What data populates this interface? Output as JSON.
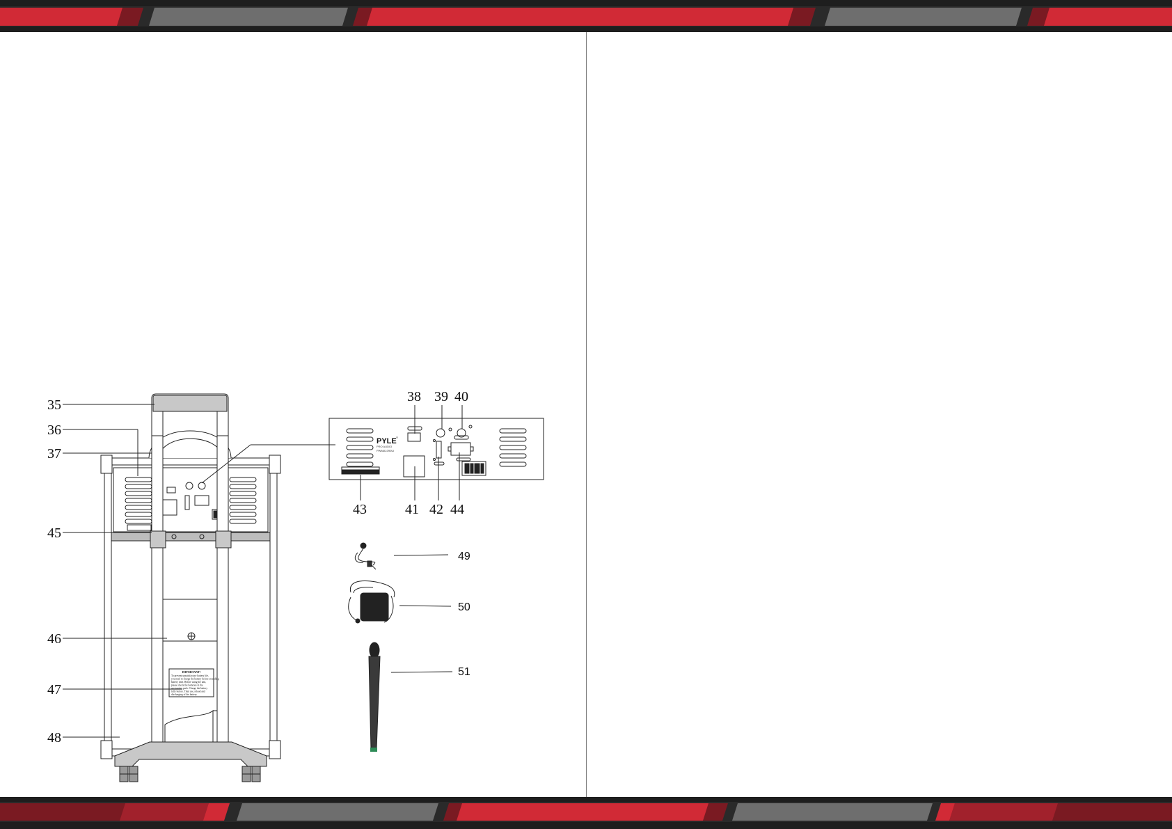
{
  "colors": {
    "band_dark": "#1e1e1e",
    "band_red": "#d12a36",
    "band_red_dark": "#7a1a22",
    "band_grey": "#6e6e6e",
    "line": "#222222"
  },
  "left_page": {
    "figure": {
      "callouts": {
        "c35": "35",
        "c36": "36",
        "c37": "37",
        "c38": "38",
        "c39": "39",
        "c40": "40",
        "c41": "41",
        "c42": "42",
        "c43": "43",
        "c44": "44",
        "c45": "45",
        "c46": "46",
        "c47": "47",
        "c48": "48",
        "c49": "49",
        "c50": "50",
        "c51": "51"
      },
      "panel_brand": "PYLE",
      "panel_brand_mark": "®",
      "panel_brand_sub": "PRO AUDIO",
      "panel_model": "PWMA1090UI",
      "notice_title": "IMPORTANT!",
      "notice_lines": [
        "To prevent unsatisfactory battery life,",
        "you need to charge the battery before extending",
        "battery time. Before using the unit,",
        "please check the batteries in the",
        "accessories pack. Charge the battery",
        "fully before. Then use, reload and",
        "discharging of the battery."
      ]
    }
  },
  "right_page": {}
}
